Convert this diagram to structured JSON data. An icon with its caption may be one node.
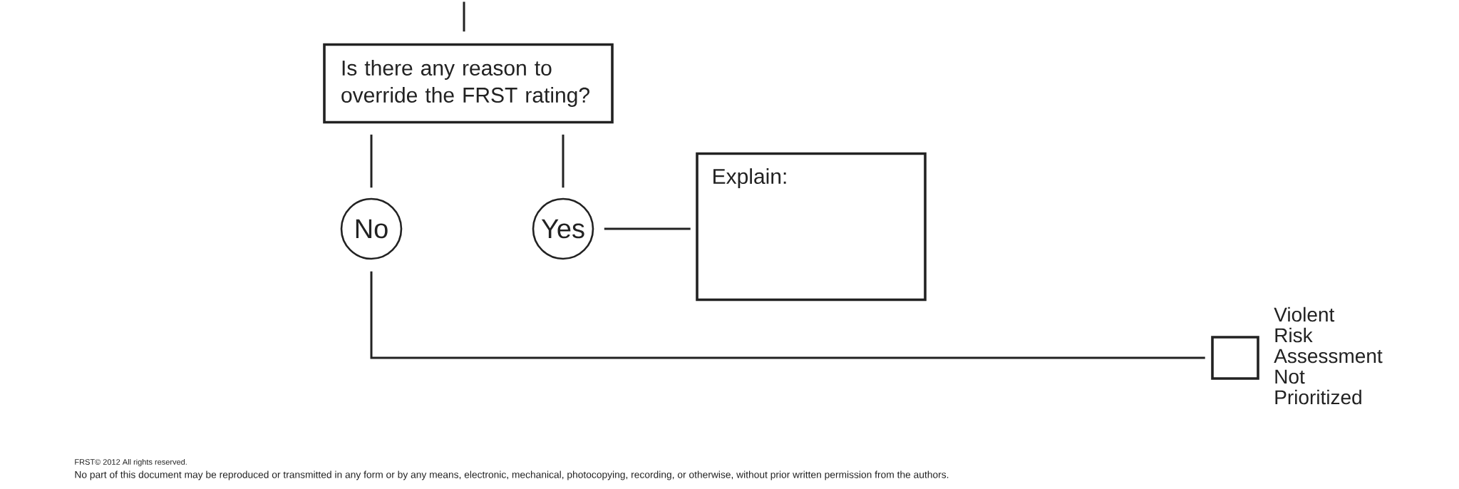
{
  "diagram": {
    "nodes": [
      {
        "text": [
          "Is there any reason to override the FRST rating?"
        ]
      },
      {
        "text": [
          "No"
        ]
      },
      {
        "text": [
          "Yes"
        ]
      },
      {
        "text": [
          "Explain:"
        ]
      },
      {
        "text": [],
        "shape": "box",
        "beside": [
          "Violent Risk Assessment Not Prioritized"
        ]
      }
    ],
    "edges": [
      {
        "from": null,
        "to": 0,
        "arrow": "none"
      },
      {
        "from": 0,
        "to": 1,
        "arrow": "none"
      },
      {
        "from": 0,
        "to": 2,
        "arrow": "none"
      },
      {
        "from": 2,
        "to": 3,
        "arrow": "none"
      },
      {
        "from": 1,
        "to": 4,
        "arrow": "none"
      }
    ],
    "labels": [
      "FRST© 2012 All rights reserved.",
      "No part of this document may be reproduced or transmitted in any form or by any means, electronic, mechanical, photocopying, recording, or otherwise, without prior written permission from the authors."
    ]
  }
}
